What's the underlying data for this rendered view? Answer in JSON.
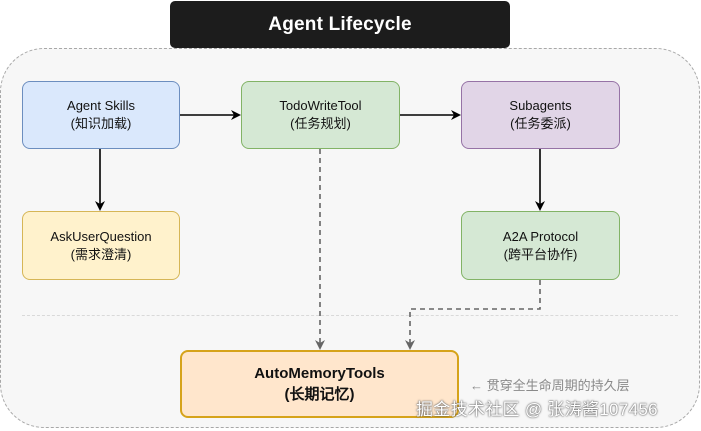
{
  "title": "Agent Lifecycle",
  "nodes": {
    "skills": {
      "line1": "Agent Skills",
      "line2": "(知识加载)"
    },
    "todo": {
      "line1": "TodoWriteTool",
      "line2": "(任务规划)"
    },
    "subagents": {
      "line1": "Subagents",
      "line2": "(任务委派)"
    },
    "ask": {
      "line1": "AskUserQuestion",
      "line2": "(需求澄清)"
    },
    "a2a": {
      "line1": "A2A Protocol",
      "line2": "(跨平台协作)"
    },
    "memory": {
      "line1": "AutoMemoryTools",
      "line2": "(长期记忆)"
    }
  },
  "annotation": "← 贯穿全生命周期的持久层",
  "watermark": "掘金技术社区 @ 张涛酱107456",
  "colors": {
    "title_bg": "#1c1c1c",
    "blue_fill": "#dae8fc",
    "green_fill": "#d5e8d4",
    "purple_fill": "#e1d5e7",
    "yellow_fill": "#fff2cc",
    "orange_fill": "#ffe6cc",
    "edge": "#000000",
    "dashed_edge": "#666666"
  }
}
